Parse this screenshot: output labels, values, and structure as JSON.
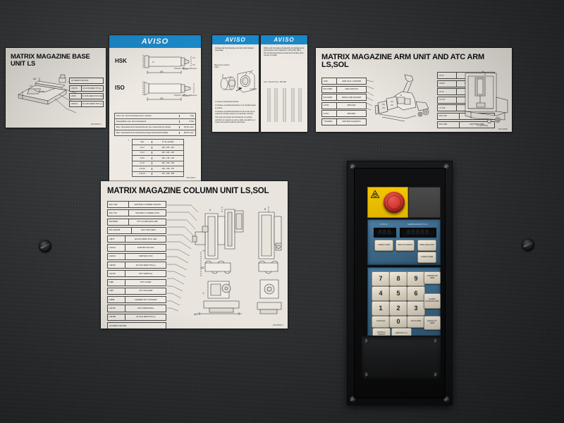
{
  "scene": {
    "title": "CNC Machine Tool Changer Panel",
    "background_color": "#2f3133",
    "pendant_color": "#101112",
    "membrane_color": "#3f6d90",
    "aviso_header_color": "#1b8ccd",
    "placard_color": "#e9e5de",
    "estop_plate_color": "#e0b400",
    "estop_button_color": "#d13a33"
  },
  "placard_base": {
    "title": "MATRIX MAGAZINE BASE UNIT LS",
    "title_line1": "MATRIX MAGAZINE BASE",
    "title_line2": "UNIT LS",
    "axis_note": "AX",
    "footer": "MP1208049-1",
    "labels": [
      {
        "code": "",
        "text": "AX SERVO MOTOR"
      },
      {
        "code": "LS6719",
        "text": "AX AXIS ZERO DTG(-)"
      },
      {
        "code": "LS6/S",
        "text": "AX AXIS ZERO POS.DEC"
      },
      {
        "code": "LS671A",
        "text": "AX AXIS ZERO DTG(+)"
      }
    ]
  },
  "placard_arm": {
    "title": "MATRIX MAGAZINE ARM UNIT AND ATC ARM LS,SOL",
    "title_line1": "MATRIX MAGAZINE ARM UNIT AND ATC ARM",
    "title_line2": "LS,SOL",
    "footer": "MP1208050",
    "option_note": "(* OPTION)",
    "labels_left": [
      {
        "code": "LS40",
        "text": "ARM TOOL CONFIRM"
      },
      {
        "code": "SOL739/R",
        "text": "ARM CW/CCW"
      },
      {
        "code": "SOL760/R",
        "text": "SWING ARM ADV/RET"
      },
      {
        "code": "LS730",
        "text": "ARM ADV"
      },
      {
        "code": "LS731",
        "text": "ARM RET"
      },
      {
        "code": "* SOL8001",
        "text": "MASTER VALVE/ATC"
      }
    ],
    "labels_right": [
      {
        "code": "LS 77",
        "text": "ARM CCW"
      },
      {
        "code": "LS7A5",
        "text": "GRIPPER ROD UNLOCK"
      },
      {
        "code": "LS 76",
        "text": "ARM CW"
      },
      {
        "code": "LS 7A7",
        "text": "SHUTTER CLOSE"
      },
      {
        "code": "LS 7A8",
        "text": "SHUTTER OPEN"
      },
      {
        "code": "SOL711A",
        "text": "SHUTTER CLOSE"
      },
      {
        "code": "SOL711B",
        "text": "SHUTTER OPEN"
      }
    ]
  },
  "placard_column": {
    "title": "MATRIX MAGAZINE COLUMN UNIT LS,SOL",
    "footer": "MP1208052-1",
    "axis_marks": [
      "+1",
      "AZ",
      "-1",
      "AA"
    ],
    "labels": [
      {
        "code": "SOL771B",
        "text": "SHIFTER CYLINDER UNLOCK"
      },
      {
        "code": "SOL771A",
        "text": "SHIFTER CYLINDER LOCK"
      },
      {
        "code": "SOL894/B",
        "text": "POT CLAMP/UNCLAMP"
      },
      {
        "code": "SOL1060A/B",
        "text": "POT HOR./VERT."
      },
      {
        "code": "LS875",
        "text": "AZ AXIS ZERO POS. DEC"
      },
      {
        "code": "LS1614",
        "text": "SHIFTER UNLOCK"
      },
      {
        "code": "LS1613",
        "text": "SHIFTER LOCK"
      },
      {
        "code": "LS876A",
        "text": "AZ AXIS ZERO DTG(+)"
      },
      {
        "code": "LS1794",
        "text": "POT VERTICAL"
      },
      {
        "code": "LS88",
        "text": "POT CLAMP"
      },
      {
        "code": "LS86",
        "text": "POT UNCLAMP"
      },
      {
        "code": "LS888",
        "text": "CARRIER POT CONFIRM"
      },
      {
        "code": "LS2793",
        "text": "POT HORIZONTAL"
      },
      {
        "code": "LS876B",
        "text": "AZ AXIS ZERO DTG(-)"
      },
      {
        "code": "AZ SERVO MOTOR",
        "text": ""
      }
    ]
  },
  "aviso_tool": {
    "header": "AVISO",
    "rows": [
      {
        "label": "HSK",
        "note": "Posicion cero de calibracion"
      },
      {
        "label": "ISO",
        "note": "Posicion cero de calibracion"
      }
    ],
    "spec_rows": [
      {
        "text": "Peso max. de la herramienta (incl. soporte)",
        "value": "8 kg"
      },
      {
        "text": "Desequilibrio max. de la herramienta",
        "value": "5 Nm"
      },
      {
        "text": "Mom. flexionante de la herramienta (en trav. transversal sin limites)",
        "value": "40 Nm max."
      },
      {
        "text": "Mom. flexionante de la herramienta (Carga transversal limitada)",
        "value": "80 Nm max."
      }
    ],
    "table_header": [
      "Tipo",
      "N° de cavidad"
    ],
    "table_rows": [
      [
        "A 1-2",
        "100 - 105 - 110"
      ],
      [
        "A 3-4",
        "115 - 120 - 125"
      ],
      [
        "A 5-6",
        "130 - 135 - 140"
      ],
      [
        "A 7-8",
        "145 - 150 - 155"
      ],
      [
        "A 9-10",
        "160 - 165 - 170"
      ],
      [
        "A 11-12",
        "175 - 180 - 185"
      ]
    ],
    "footer": "MP1208105"
  },
  "aviso_cavity": {
    "header": "AVISO",
    "intro": "Coloque las herramientas solo del modo indicado mas abajo.",
    "caption_left": "Marca de contacto (Offs)",
    "caption_right": "Cavidad",
    "steps": [
      "1  Limpie el portaherramientas.",
      "2  Coloque el portaherramientas en la cavidad segun se indica.",
      "3  Coloque el portaherramientas de tal modo que la marca de contacto quede en la posicion correcta.",
      "4  En caso de colocar la herramienta en sentido contrario, la maquina se para y salta una alarma; el motivo de la alarma debera eliminarse."
    ]
  },
  "aviso_sling": {
    "header": "AVISO",
    "body": "Utilice solo los lugares designados por debajo de la presentacion de la varilla Nos. 148 a 168, 180 a 197. El desconocimiento puede llevar al dano de la sonda y la varilla.",
    "caption": "Nos. 130-147  Nos. 148-168"
  },
  "pendant": {
    "display_labels": {
      "pot": "PTE N.",
      "tool": "HERRAMIENTA N."
    },
    "display_values": {
      "pot": "888",
      "tool": "88888"
    },
    "function_keys": [
      {
        "label": "CAMBIO HERR",
        "name": "tool-change-button"
      },
      {
        "label": "HERR SIGUIENTE",
        "name": "next-tool-button"
      },
      {
        "label": "HERR ADELANTE",
        "name": "tool-forward-button"
      },
      {
        "label": "CAMBIO HERR",
        "name": "tool-return-button"
      }
    ],
    "numeric_keys": [
      "7",
      "8",
      "9",
      "4",
      "5",
      "6",
      "1",
      "2",
      "3",
      "0"
    ],
    "action_keys": [
      {
        "label": "CANCELAR",
        "name": "cancel-button"
      },
      {
        "label": "INTRO HERR",
        "name": "enter-tool-button"
      },
      {
        "label": "SUBIR/BAJAR HERR",
        "name": "raise-lower-tool-button"
      },
      {
        "label": "ALARMA BUSQUEDA HERR",
        "name": "search-alarm-button"
      },
      {
        "label": "DATRACA N° HERR",
        "name": "tool-number-button"
      },
      {
        "label": "RETRACC TRABAJO",
        "name": "retract-button"
      },
      {
        "label": "GESTION T.L.S.",
        "name": "tls-management-button"
      }
    ]
  }
}
